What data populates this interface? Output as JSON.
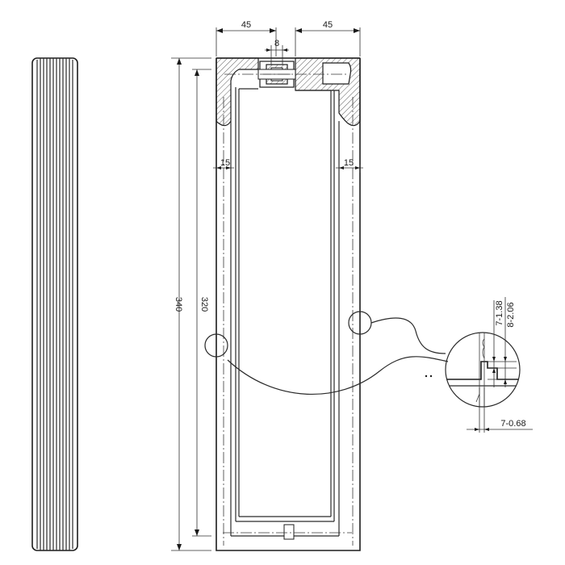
{
  "dimensions": {
    "top_left_width": "45",
    "top_right_width": "45",
    "bolt_width": "8",
    "left_bar_width": "15",
    "right_bar_width": "15",
    "overall_height": "340",
    "inner_height": "320",
    "rib_height_total": "8-2.06",
    "rib_height_inner": "7-1.38",
    "rib_spacing": "7-0.68"
  },
  "colors": {
    "line": "#2a2a2a",
    "background": "#ffffff"
  }
}
